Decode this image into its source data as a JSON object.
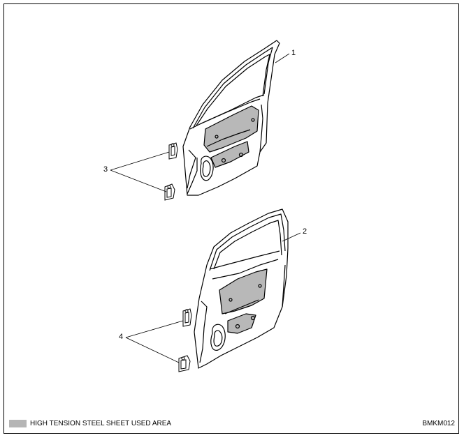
{
  "callouts": {
    "one": "1",
    "two": "2",
    "three": "3",
    "four": "4"
  },
  "legend": {
    "text": "HIGH TENSION STEEL SHEET USED AREA",
    "swatch_color": "#b5b5b5"
  },
  "figure_code": "BMKM012"
}
